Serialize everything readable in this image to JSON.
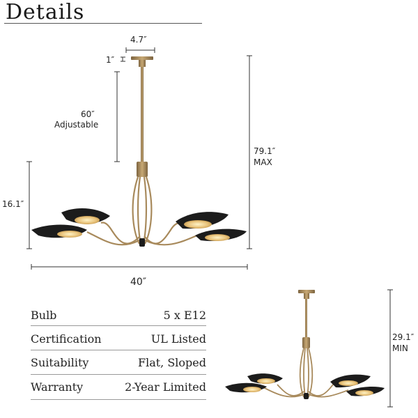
{
  "heading": "Details",
  "dimensions": {
    "canopy_width": "4.7″",
    "canopy_height": "1″",
    "rod_length": "60″",
    "rod_note": "Adjustable",
    "max_height": "79.1″",
    "max_label": "MAX",
    "body_height": "16.1″",
    "width": "40″",
    "min_height": "29.1″",
    "min_label": "MIN"
  },
  "specs": [
    {
      "label": "Bulb",
      "value": "5 x E12"
    },
    {
      "label": "Certification",
      "value": "UL Listed"
    },
    {
      "label": "Suitability",
      "value": "Flat, Sloped"
    },
    {
      "label": "Warranty",
      "value": "2-Year Limited"
    }
  ],
  "colors": {
    "brass": "#a88a5c",
    "shade_black": "#1c1c1c",
    "shade_inner": "#d9b36a",
    "dim_line": "#333333"
  }
}
